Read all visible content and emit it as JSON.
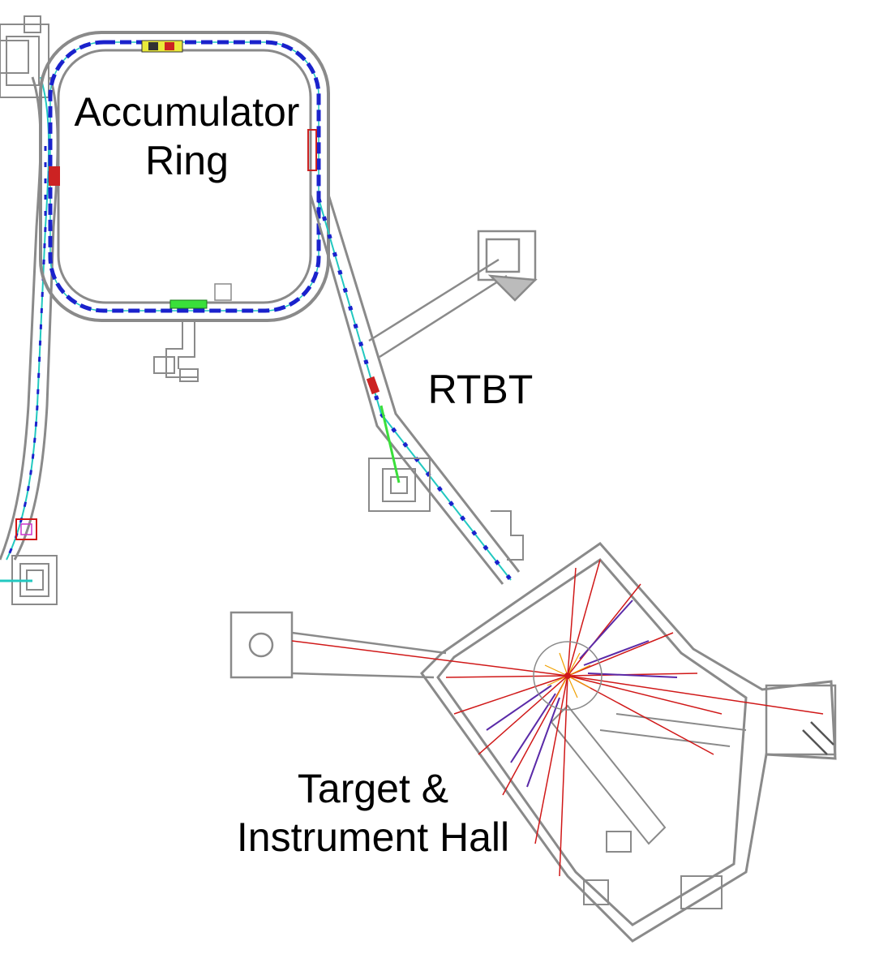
{
  "labels": {
    "accumulator_line1": "Accumulator",
    "accumulator_line2": "Ring",
    "rtbt": "RTBT",
    "hall_line1": "Target &",
    "hall_line2": "Instrument Hall"
  },
  "colors": {
    "wall": "#8a8a8a",
    "wall_dark": "#555555",
    "magnet": "#1a22cc",
    "beamline": "#22c8c0",
    "beam_green": "#3adf3a",
    "neutron_line": "#d01818",
    "detector_line": "#5a2aa8",
    "target_rays": "#f0a000"
  },
  "icons": {
    "ring": "accumulator-ring-outline",
    "transfer_line": "beam-transfer-line",
    "target": "target-station-rays"
  }
}
